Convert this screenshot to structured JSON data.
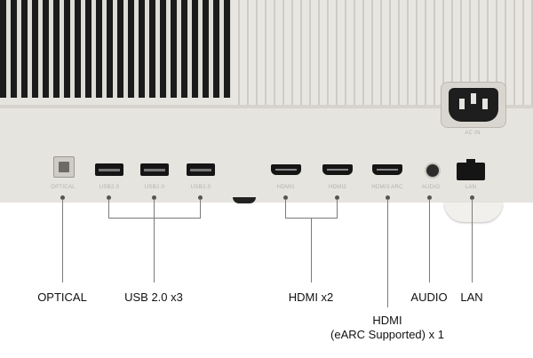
{
  "panel_labels": {
    "ac_in": "AC IN",
    "optical": "OPTICAL",
    "usb_1": "USB2.0",
    "usb_2": "USB2.0",
    "usb_3": "USB2.0",
    "hdmi_1": "HDMI1",
    "hdmi_2": "HDMI2",
    "hdmi_3": "HDMI3 ARC",
    "audio": "AUDIO",
    "lan": "LAN"
  },
  "callouts": {
    "optical": "OPTICAL",
    "usb": "USB 2.0 x3",
    "hdmi": "HDMI x2",
    "hdmi_earc_line1": "HDMI",
    "hdmi_earc_line2": "(eARC Supported) x 1",
    "audio": "AUDIO",
    "lan": "LAN"
  },
  "colors": {
    "panel": "#e6e4df",
    "port": "#151515",
    "leader_line": "#7a7a7a"
  }
}
